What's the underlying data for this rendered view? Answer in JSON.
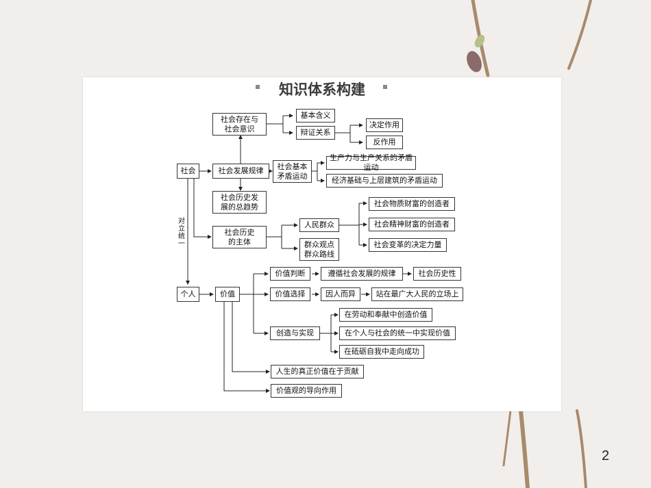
{
  "slide": {
    "title": "知识体系构建",
    "page_number": "2"
  },
  "nodes": {
    "shehui": "社会",
    "geren": "个人",
    "duili": "对\n立\n统\n一",
    "cunzai": "社会存在与\n社会意识",
    "jiben": "基本含义",
    "bianzheng": "辩证关系",
    "jueding": "决定作用",
    "fan": "反作用",
    "fazhan": "社会发展规律",
    "jibenmaodun": "社会基本\n矛盾运动",
    "shengchanli": "生产力与生产关系的矛盾运动",
    "jingji": "经济基础与上层建筑的矛盾运动",
    "lishi": "社会历史发\n展的总趋势",
    "zhuti": "社会历史\n的主体",
    "renmin": "人民群众",
    "wuzhi": "社会物质财富的创造者",
    "jingshen": "社会精神财富的创造者",
    "biange": "社会变革的决定力量",
    "qunzhong": "群众观点\n群众路线",
    "jiazhi": "价值",
    "panduan": "价值判断",
    "zunxun": "遵循社会发展的规律",
    "lishixing": "社会历史性",
    "xuanze": "价值选择",
    "yinren": "因人而异",
    "zhanzai": "站在最广大人民的立场上",
    "chuangzao": "创造与实现",
    "laodong": "在劳动和奉献中创造价值",
    "tongyi": "在个人与社会的统一中实现价值",
    "mobi": "在砥砺自我中走向成功",
    "gongxian": "人生的真正价值在于贡献",
    "daoxiang": "价值观的导向作用"
  }
}
